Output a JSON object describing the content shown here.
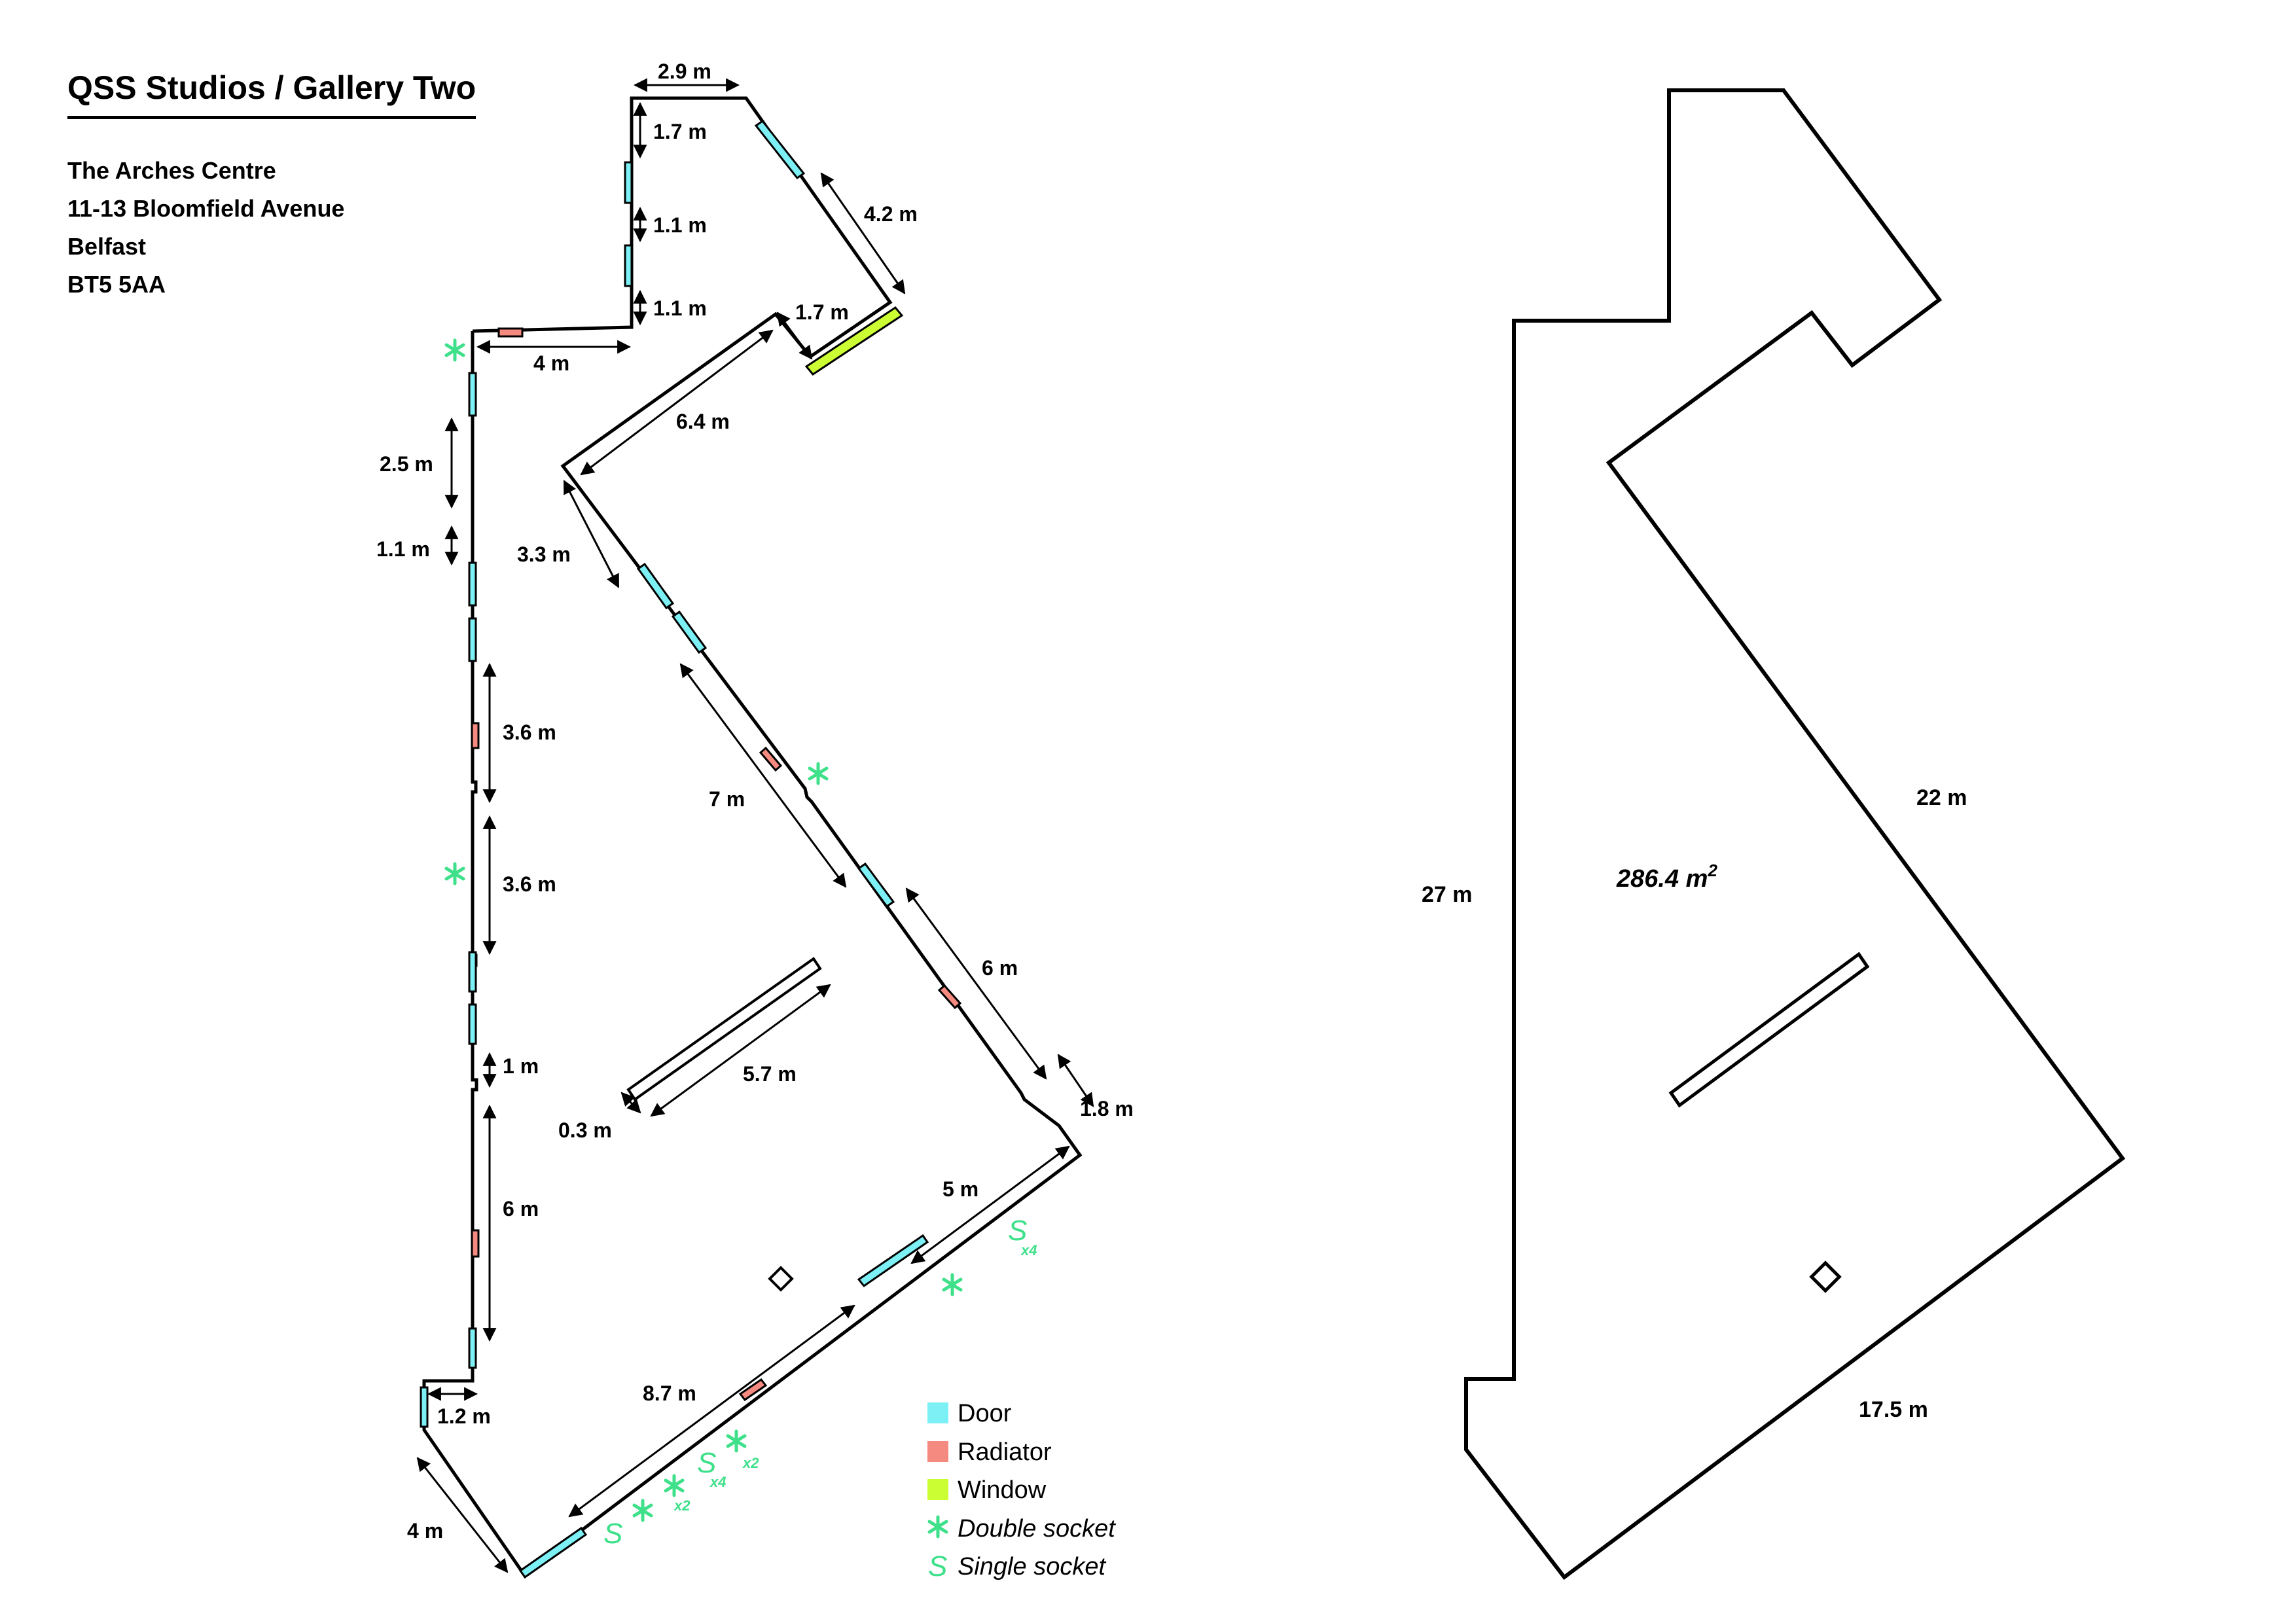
{
  "header": {
    "title": "QSS Studios / Gallery Two",
    "address": [
      "The Arches Centre",
      "11-13 Bloomfield Avenue",
      "Belfast",
      "BT5 5AA"
    ]
  },
  "dimensions": {
    "d1": "2.9 m",
    "d2": "1.7 m",
    "d3": "1.1 m",
    "d4": "1.1 m",
    "d5": "4.2 m",
    "d6": "1.7 m",
    "d7": "4 m",
    "d8": "6.4 m",
    "d9": "2.5 m",
    "d10": "1.1 m",
    "d11": "3.3 m",
    "d12": "3.6 m",
    "d13": "7 m",
    "d14": "3.6 m",
    "d15": "6 m",
    "d16": "1 m",
    "d17": "5.7 m",
    "d18": "0.3 m",
    "d19": "1.8 m",
    "d20": "5 m",
    "d21": "6 m",
    "d22": "8.7 m",
    "d23": "1.2 m",
    "d24": "4 m"
  },
  "sockets": {
    "single": "S",
    "x4": "x4",
    "x2": "x2"
  },
  "legend": {
    "door": "Door",
    "radiator": "Radiator",
    "window": "Window",
    "double_socket": "Double socket",
    "single_socket": "Single socket"
  },
  "overview": {
    "area": "286.4 m",
    "area_sup": "2",
    "west": "27 m",
    "east": "22 m",
    "south": "17.5 m"
  },
  "colors": {
    "door": "#7df0f5",
    "radiator": "#f58a80",
    "window": "#ccff33",
    "socket": "#3ee08a"
  }
}
